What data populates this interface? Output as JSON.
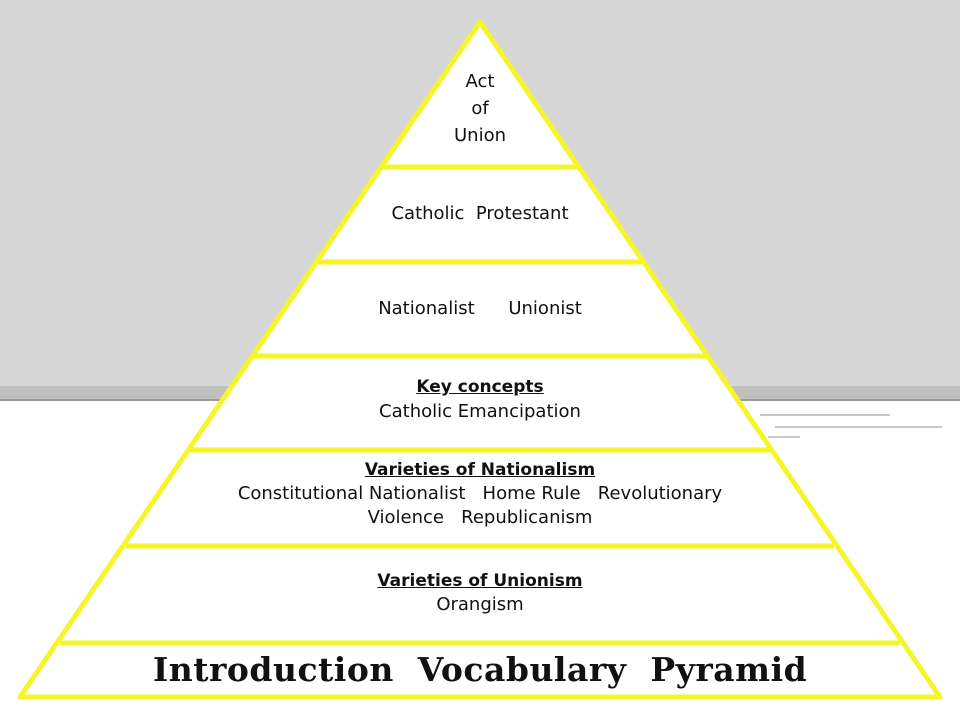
{
  "colors": {
    "outline": "#f6f52a",
    "slide_background": "#d7d7d7",
    "band": "#bfbfbf",
    "fill": "#ffffff",
    "text": "#111111"
  },
  "pyramid": {
    "tier1": {
      "lines": [
        "Act",
        "of",
        "Union"
      ]
    },
    "tier2": {
      "text": "Catholic  Protestant"
    },
    "tier3": {
      "text": "Nationalist Unionist"
    },
    "tier4": {
      "heading": "Key concepts",
      "text": "Catholic Emancipation"
    },
    "tier5": {
      "heading": "Varieties of Nationalism",
      "line1": "Constitutional Nationalist   Home Rule   Revolutionary",
      "line2": "Violence   Republicanism"
    },
    "tier6": {
      "heading": "Varieties of Unionism",
      "text": "Orangism"
    },
    "tier7": {
      "title": "Introduction  Vocabulary  Pyramid"
    }
  }
}
